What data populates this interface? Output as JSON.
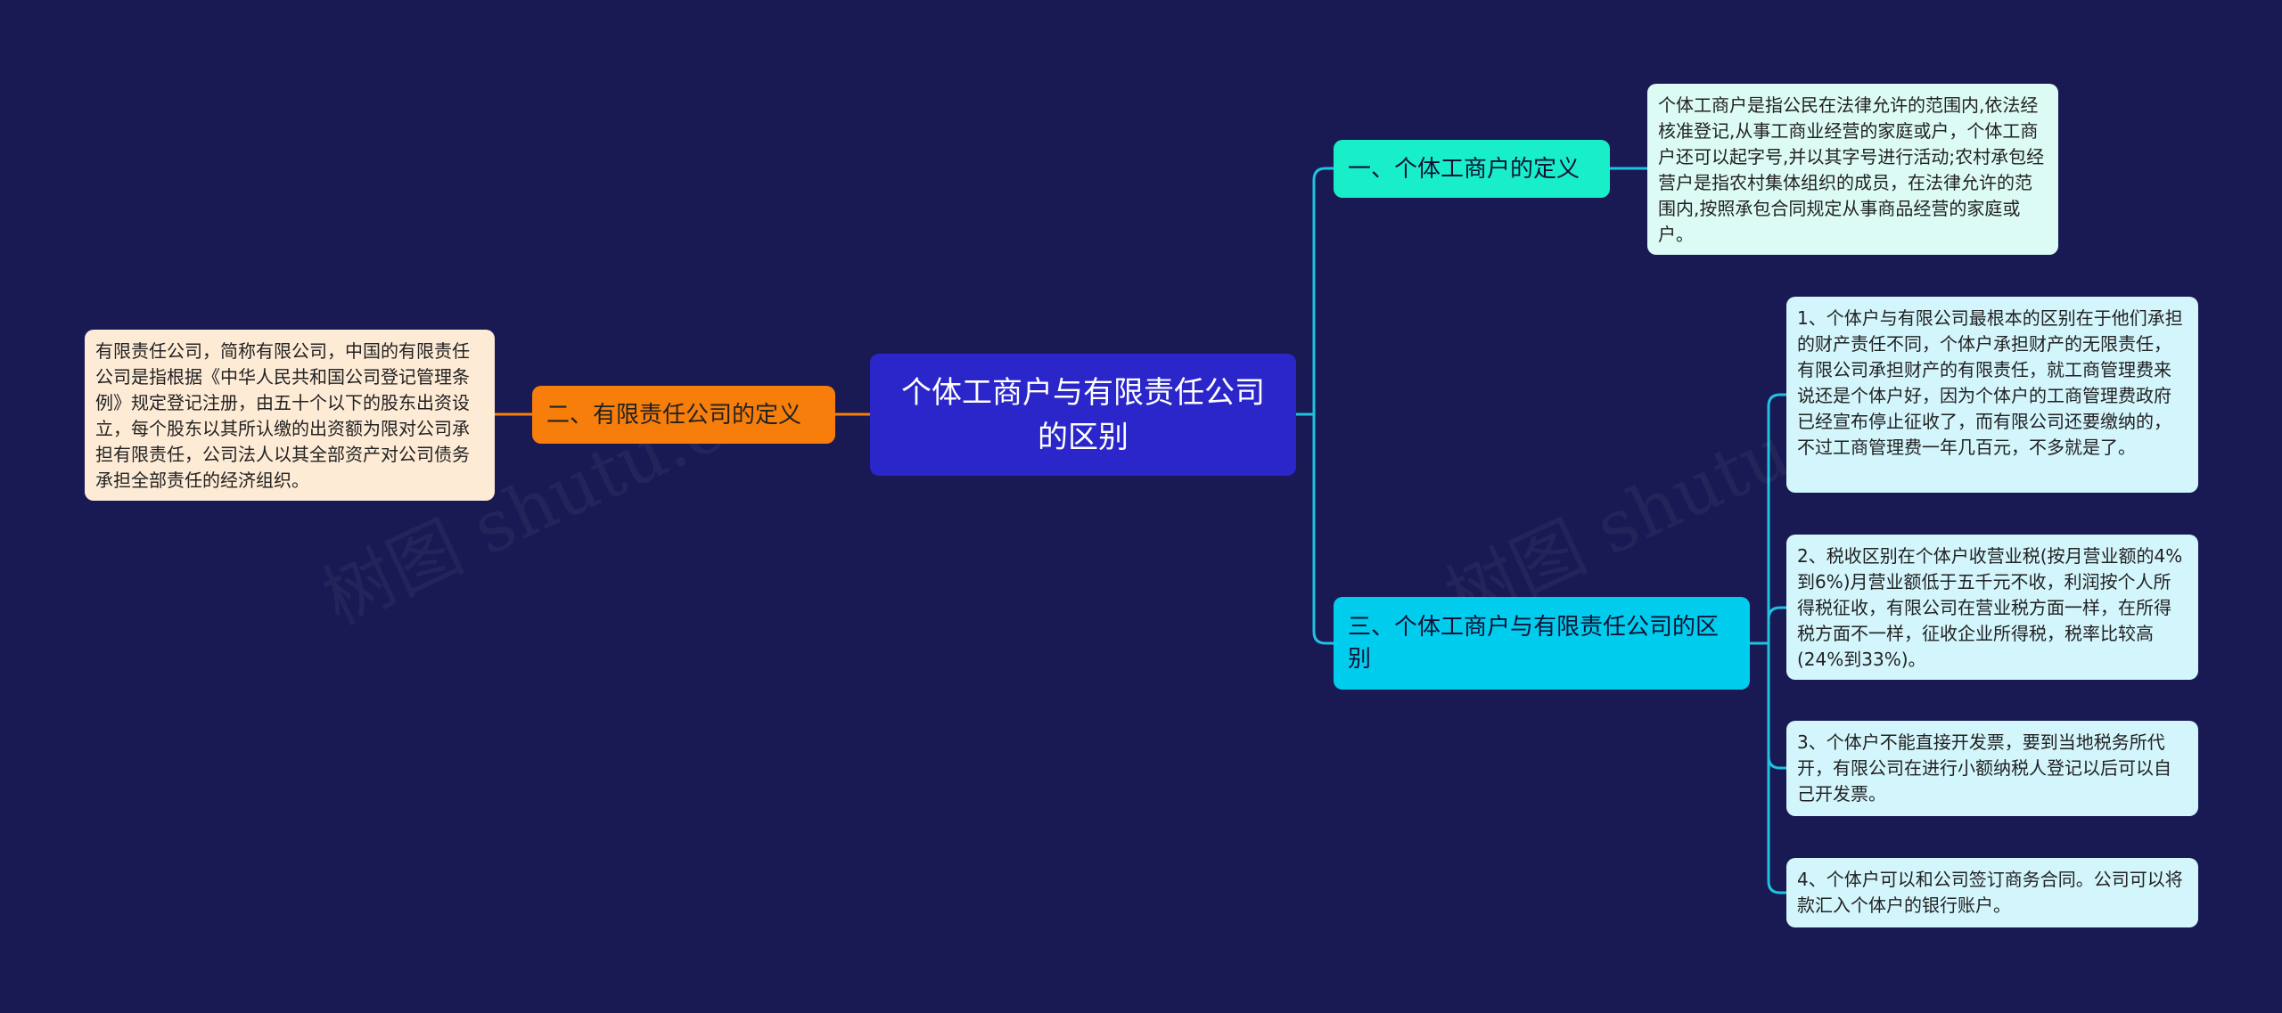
{
  "root": {
    "title": "个体工商户与有限责任公司的区别"
  },
  "branches": {
    "definition_individual": {
      "label": "一、个体工商户的定义",
      "detail": "个体工商户是指公民在法律允许的范围内,依法经核准登记,从事工商业经营的家庭或户，个体工商户还可以起字号,并以其字号进行活动;农村承包经营户是指农村集体组织的成员，在法律允许的范围内,按照承包合同规定从事商品经营的家庭或户。"
    },
    "definition_llc": {
      "label": "二、有限责任公司的定义",
      "detail": "有限责任公司，简称有限公司，中国的有限责任公司是指根据《中华人民共和国公司登记管理条例》规定登记注册，由五十个以下的股东出资设立，每个股东以其所认缴的出资额为限对公司承担有限责任，公司法人以其全部资产对公司债务承担全部责任的经济组织。"
    },
    "differences": {
      "label": "三、个体工商户与有限责任公司的区别",
      "items": [
        "1、个体户与有限公司最根本的区别在于他们承担的财产责任不同，个体户承担财产的无限责任，有限公司承担财产的有限责任，就工商管理费来说还是个体户好，因为个体户的工商管理费政府已经宣布停止征收了，而有限公司还要缴纳的，不过工商管理费一年几百元，不多就是了。",
        "2、税收区别在个体户收营业税(按月营业额的4%到6%)月营业额低于五千元不收，利润按个人所得税征收，有限公司在营业税方面一样，在所得税方面不一样，征收企业所得税，税率比较高(24%到33%)。",
        "3、个体户不能直接开发票，要到当地税务所代开，有限公司在进行小额纳税人登记以后可以自己开发票。",
        "4、个体户可以和公司签订商务合同。公司可以将款汇入个体户的银行账户。"
      ]
    }
  },
  "watermark": {
    "text": "树图 shutu.cn"
  },
  "colors": {
    "background": "#191953",
    "root": "#2a26c9",
    "branch1": "#18efc8",
    "branch2": "#f77e0b",
    "branch3": "#00cdee",
    "line_right": "#1ec3e0",
    "line_left": "#f77e0b"
  }
}
